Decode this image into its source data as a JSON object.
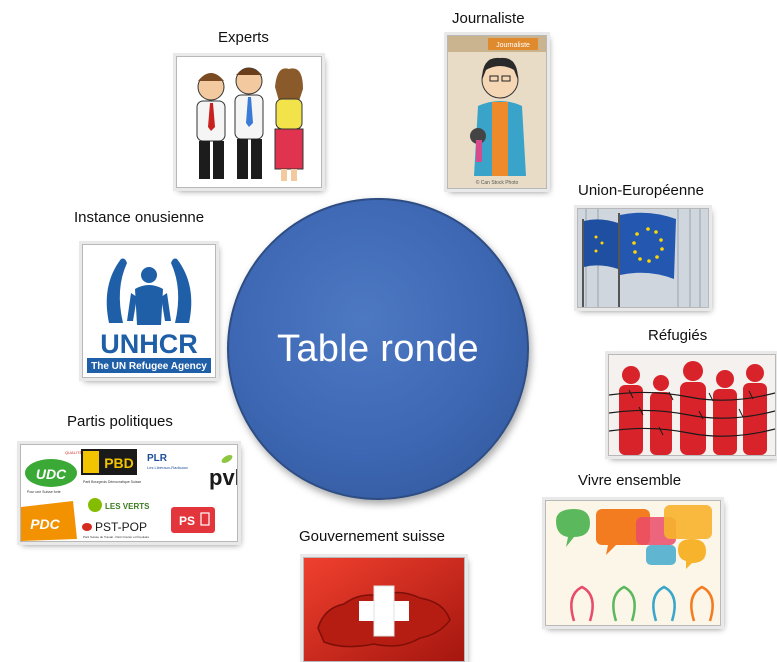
{
  "center": {
    "title": "Table ronde"
  },
  "nodes": {
    "experts": {
      "label": "Experts"
    },
    "journaliste": {
      "label": "Journaliste",
      "image_caption": "Journaliste",
      "watermark": "© Can Stock Photo"
    },
    "union_europeenne": {
      "label": "Union-Européenne"
    },
    "instance_onusienne": {
      "label": "Instance onusienne",
      "logo_text": "UNHCR",
      "logo_subtext": "The UN Refugee Agency"
    },
    "refugies": {
      "label": "Réfugiés"
    },
    "partis_politiques": {
      "label": "Partis politiques",
      "logos": {
        "udc": "UDC",
        "udc_tagline": "QUALITÉ SUISSE",
        "udc_sub": "Pour une Suisse forte",
        "pbd": "PBD",
        "pbd_sub": "Parti Bourgeois Démocratique Suisse",
        "plr": "PLR",
        "plr_sub": "Les Libéraux-Radicaux",
        "pvl": "pvl",
        "verts": "LES VERTS",
        "pdc": "PDC",
        "pst": "PST-POP",
        "pst_sub": "Parti Suisse du Travail - Parti Ouvrier et Populaire",
        "ps": "PS"
      }
    },
    "vivre_ensemble": {
      "label": "Vivre ensemble"
    },
    "gouvernement_suisse": {
      "label": "Gouvernement suisse"
    }
  },
  "colors": {
    "circle": "#3d67b3",
    "circle_border": "#2e4d83",
    "unhcr_blue": "#1f5fa8",
    "eu_blue": "#1e4fa0",
    "swiss_red": "#d52b1e",
    "refugee_red": "#d8232a"
  }
}
